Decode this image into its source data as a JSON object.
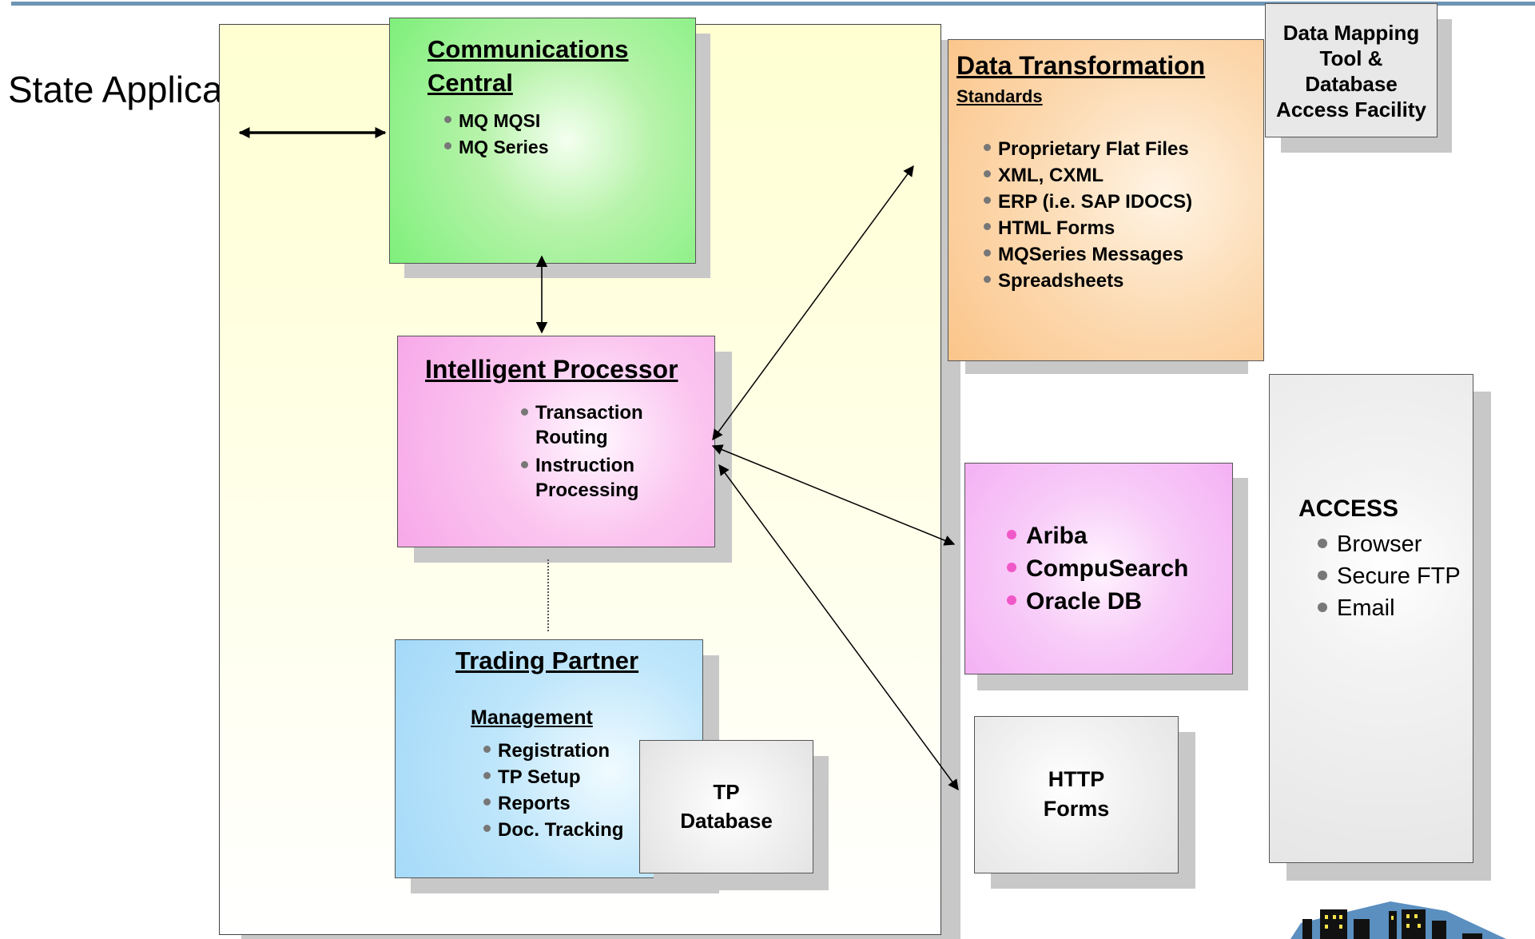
{
  "left_label": "State Applications",
  "comm": {
    "title": "Communications Central",
    "items": [
      "MQ MQSI",
      "MQ Series"
    ]
  },
  "ip": {
    "title": "Intelligent Processor",
    "items": [
      "Transaction Routing",
      "Instruction Processing"
    ]
  },
  "tp": {
    "title": "Trading Partner",
    "subtitle": "Management",
    "items": [
      "Registration",
      "TP Setup",
      "Reports",
      "Doc. Tracking"
    ]
  },
  "tpdb": {
    "line1": "TP",
    "line2": "Database"
  },
  "dt": {
    "title": "Data Transformation",
    "subtitle": "Standards",
    "items": [
      "Proprietary Flat Files",
      "XML, CXML",
      "ERP (i.e. SAP IDOCS)",
      "HTML Forms",
      "MQSeries Messages",
      "Spreadsheets"
    ]
  },
  "dm": {
    "lines": [
      "Data Mapping",
      "Tool &",
      "Database",
      "Access Facility"
    ]
  },
  "ariba": {
    "items": [
      "Ariba",
      "CompuSearch",
      "Oracle DB"
    ]
  },
  "http": {
    "line1": "HTTP",
    "line2": "Forms"
  },
  "access": {
    "title": "ACCESS",
    "items": [
      "Browser",
      "Secure FTP",
      "Email"
    ]
  },
  "colors": {
    "rule": "#6e94b4",
    "comm_bg": "#7ef07b",
    "ip_bg": "#f7a8e8",
    "tp_bg": "#a3d9f8",
    "dt_bg": "#fbc58a",
    "ariba_bg": "#f4b1f4",
    "ariba_bullet": "#f058c8",
    "panel_bg": "#ffffd2"
  }
}
